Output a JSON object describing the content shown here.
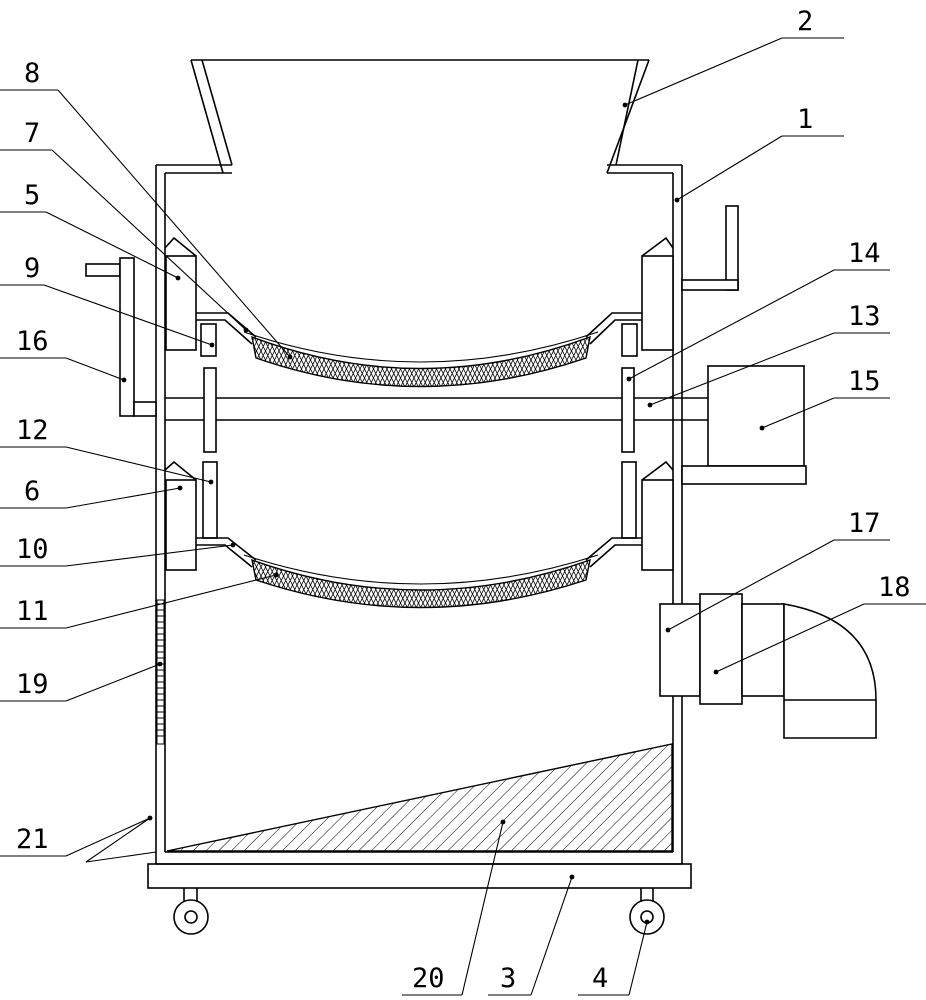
{
  "labels": [
    "1",
    "2",
    "3",
    "4",
    "5",
    "6",
    "7",
    "8",
    "9",
    "10",
    "11",
    "12",
    "13",
    "14",
    "15",
    "16",
    "17",
    "18",
    "19",
    "20",
    "21"
  ],
  "colors": {
    "line": "#000000",
    "background": "#ffffff"
  }
}
